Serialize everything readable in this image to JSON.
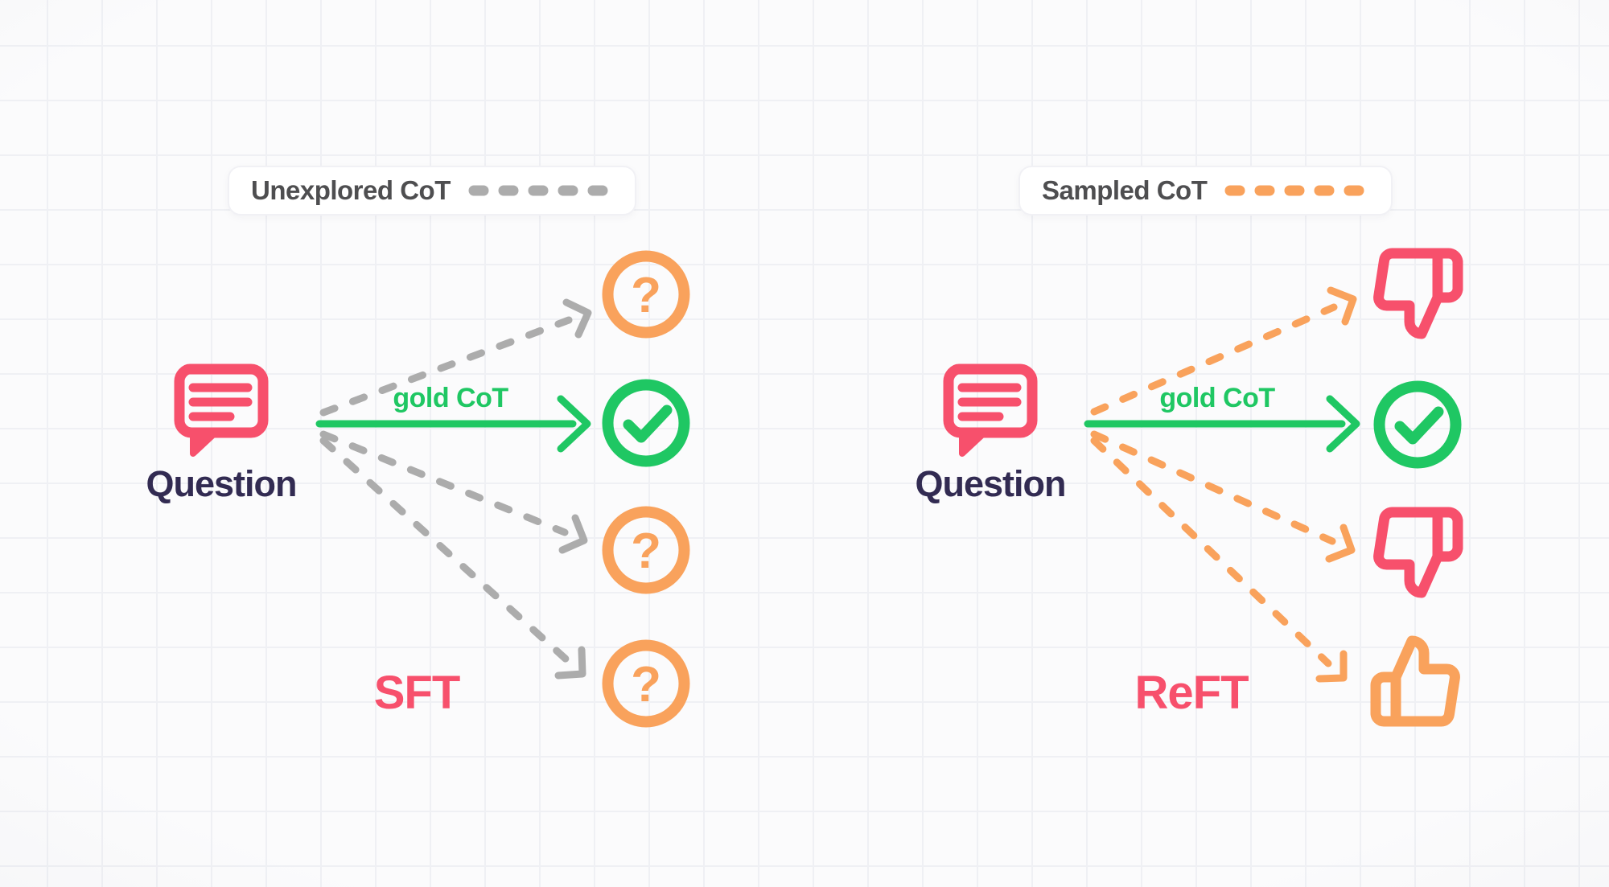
{
  "colors": {
    "pink": "#F7506C",
    "orange": "#F9A25C",
    "green": "#1FC763",
    "gray": "#ACACAC",
    "ink": "#322B52",
    "legend_text": "#4E4E50",
    "bg": "#FBFBFC",
    "grid": "#EFF0F4"
  },
  "legends": {
    "unexplored": {
      "label": "Unexplored CoT"
    },
    "sampled": {
      "label": "Sampled CoT"
    }
  },
  "sft_panel": {
    "question_label": "Question",
    "gold_arrow_label": "gold CoT",
    "method_label": "SFT"
  },
  "reft_panel": {
    "question_label": "Question",
    "gold_arrow_label": "gold CoT",
    "method_label": "ReFT"
  },
  "icons": {
    "question_mark": "?"
  }
}
